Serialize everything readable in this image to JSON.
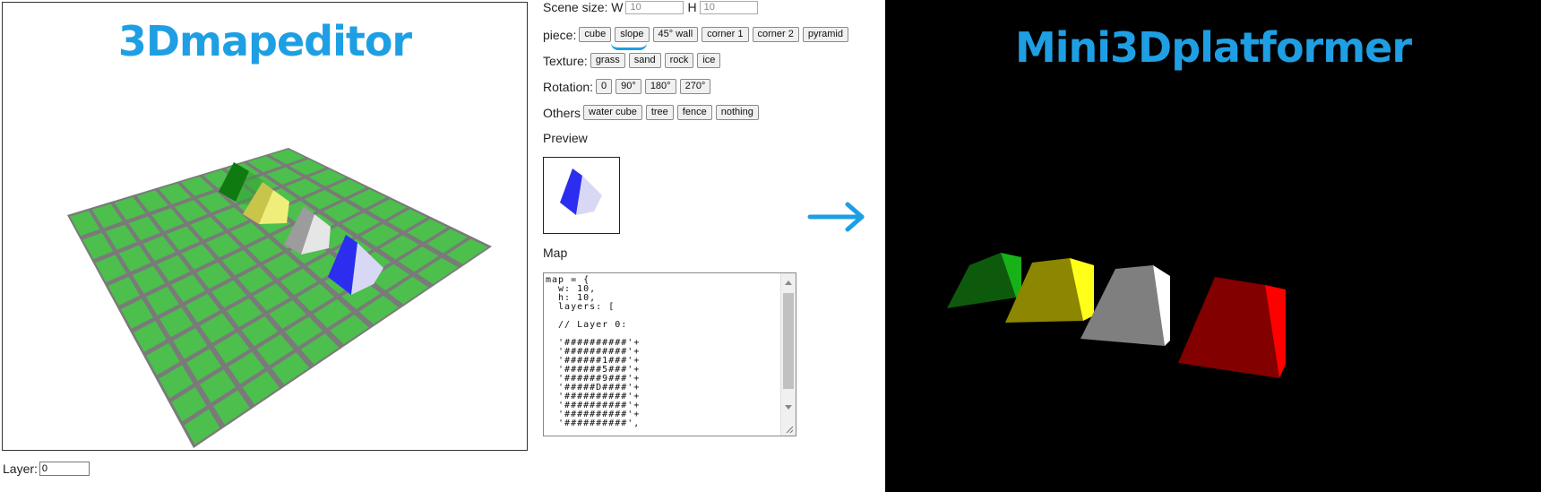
{
  "editor": {
    "title": "3Dmapeditor",
    "layer_label": "Layer:",
    "layer_value": "0"
  },
  "controls": {
    "scene_size_label": "Scene size: W",
    "w_value": "10",
    "h_label": "H",
    "h_value": "10",
    "piece_label": "piece:",
    "piece_buttons": [
      "cube",
      "slope",
      "45° wall",
      "corner 1",
      "corner 2",
      "pyramid"
    ],
    "selected_piece": "slope",
    "texture_label": "Texture:",
    "texture_buttons": [
      "grass",
      "sand",
      "rock",
      "ice"
    ],
    "rotation_label": "Rotation:",
    "rotation_buttons": [
      "0",
      "90°",
      "180°",
      "270°"
    ],
    "others_label": "Others",
    "others_buttons": [
      "water cube",
      "tree",
      "fence",
      "nothing"
    ],
    "preview_label": "Preview",
    "map_label": "Map",
    "map_code": "map = {\n  w: 10,\n  h: 10,\n  layers: [\n\n  // Layer 0:\n\n  '##########'+\n  '##########'+\n  '######1###'+\n  '######5###'+\n  '######9###'+\n  '#####D####'+\n  '##########'+\n  '##########'+\n  '##########'+\n  '##########',"
  },
  "result": {
    "title": "Mini3Dplatformer"
  },
  "colors": {
    "accent": "#1e9fe4",
    "grass": "#4cbf4c",
    "grid_line": "#7a7a7a",
    "slope_green": "#0f7a0f",
    "slope_yellow": "#d8d44c",
    "slope_gray": "#a8a8a8",
    "slope_blue": "#2d2df0",
    "render_red": "#b00000"
  },
  "icons": {
    "arrow": "arrow-right-icon",
    "resize": "resize-grip-icon"
  }
}
